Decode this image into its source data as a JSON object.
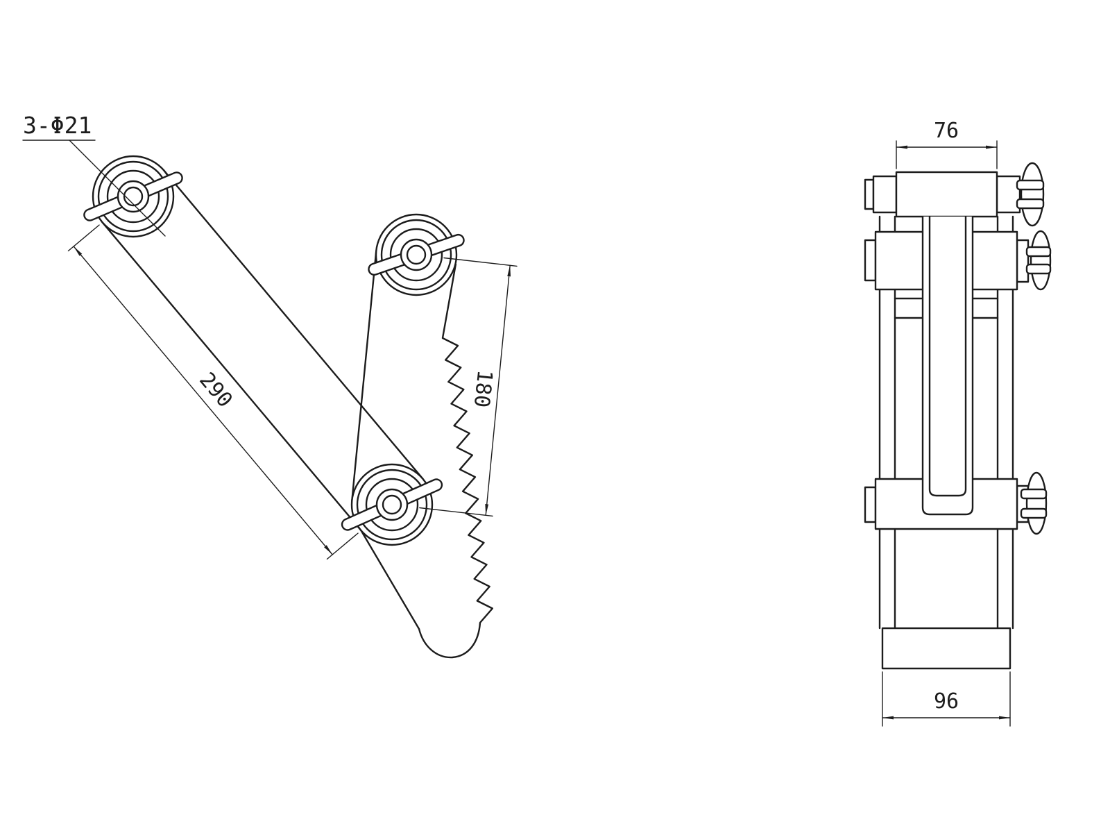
{
  "page": {
    "background": "#ffffff",
    "line_color": "#1c1c1c"
  },
  "drawing": {
    "left_view": {
      "callout_holes": "3-Φ21",
      "dim_arm_length": "290",
      "dim_pin_spacing": "180"
    },
    "right_view": {
      "dim_top_pin_width": "76",
      "dim_base_width": "96"
    }
  }
}
